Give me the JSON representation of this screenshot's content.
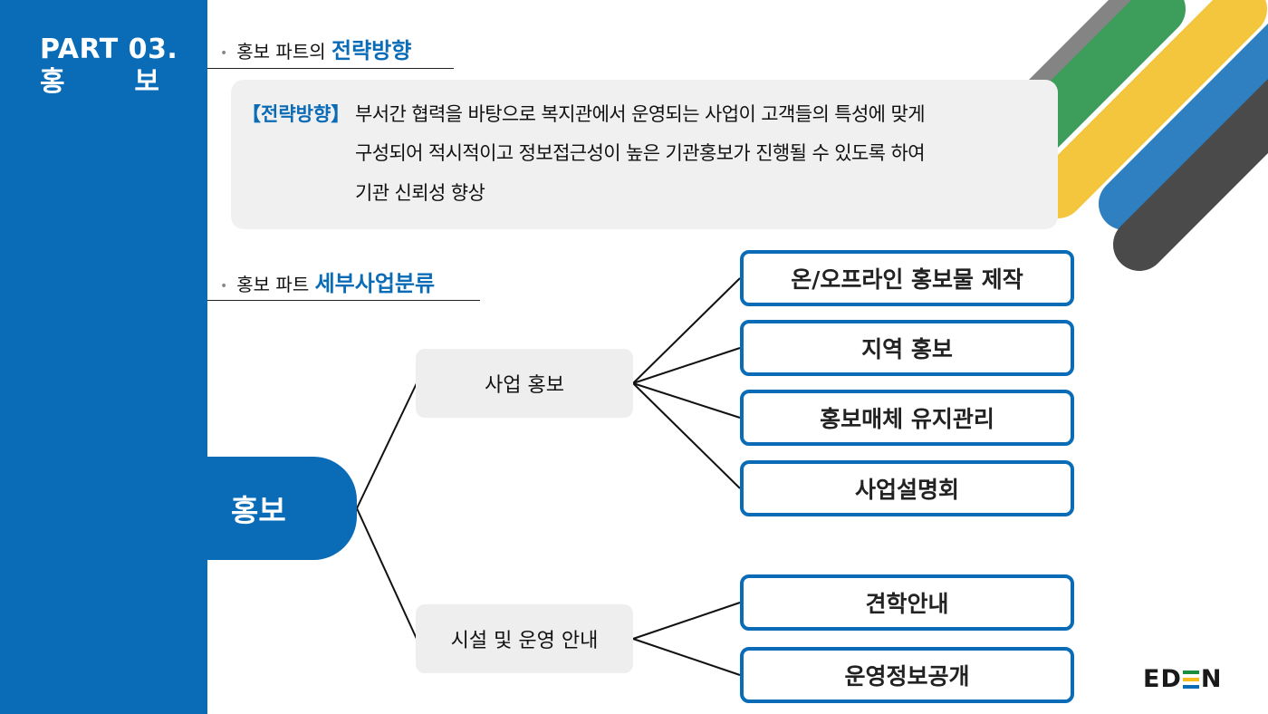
{
  "sidebar": {
    "part": "PART 03.",
    "title_chars": [
      "홍",
      "보"
    ]
  },
  "strategy_section": {
    "bullet": "•",
    "prefix": "홍보 파트의",
    "highlight": "전략방향",
    "tag": "【전략방향】",
    "lines": [
      "부서간 협력을 바탕으로 복지관에서 운영되는 사업이 고객들의 특성에 맞게",
      "구성되어 적시적이고 정보접근성이 높은 기관홍보가 진행될 수 있도록 하여",
      "기관 신뢰성 향상"
    ]
  },
  "detail_section": {
    "bullet": "•",
    "prefix": "홍보 파트",
    "highlight": "세부사업분류"
  },
  "tree": {
    "root": "홍보",
    "branches": [
      {
        "label": "사업 홍보",
        "children": [
          "온/오프라인 홍보물 제작",
          "지역 홍보",
          "홍보매체 유지관리",
          "사업설명회"
        ]
      },
      {
        "label": "시설 및 운영 안내",
        "children": [
          "견학안내",
          "운영정보공개"
        ]
      }
    ]
  },
  "logo": {
    "left": "ED",
    "right": "N",
    "stripe_colors": [
      "#1b8e3e",
      "#f2bd1d",
      "#0a6bb7"
    ]
  },
  "colors": {
    "brand_blue": "#0a6bb7",
    "box_gray": "#eeeeee",
    "deco": [
      "#6f6f6f",
      "#1b8e3e",
      "#f2bd1d",
      "#0a6bb7",
      "#2b2b2b"
    ]
  }
}
